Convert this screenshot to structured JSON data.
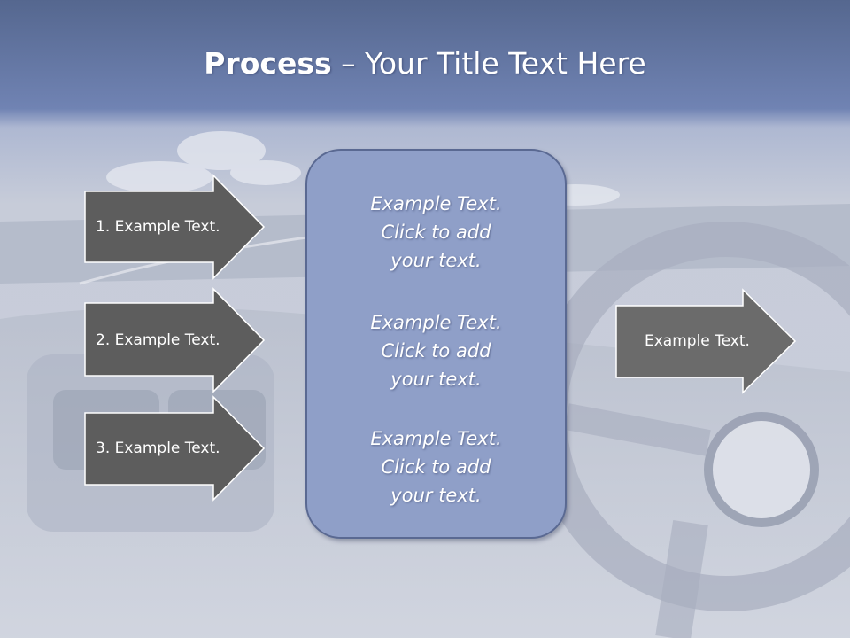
{
  "slide": {
    "title_bold": "Process",
    "title_rest": " – Your Title Text Here"
  },
  "left_arrows": [
    {
      "label": "1. Example Text."
    },
    {
      "label": "2. Example Text."
    },
    {
      "label": "3. Example Text."
    }
  ],
  "center_box": {
    "paragraphs": [
      {
        "line1": "Example Text.",
        "line2": "Click  to add",
        "line3": "your text."
      },
      {
        "line1": "Example Text.",
        "line2": "Click  to add",
        "line3": "your text."
      },
      {
        "line1": "Example Text.",
        "line2": "Click  to add",
        "line3": "your text."
      }
    ]
  },
  "right_arrow": {
    "label": "Example Text."
  },
  "colors": {
    "arrow_fill": "#5d5d5d",
    "arrow_right_fill": "#6b6b6b",
    "box_fill": "#8f9fc8",
    "title_band": "#5f73a6"
  }
}
